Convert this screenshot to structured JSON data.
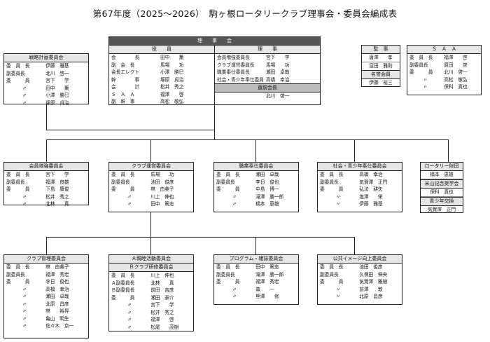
{
  "title": "第67年度（2025～2026）　駒ヶ根ロータリークラブ理事会・委員会編成表",
  "board": {
    "header": "理　　事　　会",
    "officers_header": "役　　員",
    "directors_header": "理　　事",
    "officers": [
      {
        "role": "会　　　　長",
        "name": "田中　　薫"
      },
      {
        "role": "副　会　長",
        "name": "馬場　　功"
      },
      {
        "role": "会長エレクト",
        "name": "小澤　勝巳"
      },
      {
        "role": "幹　　　　事",
        "name": "塚原　貞治"
      },
      {
        "role": "会　　　　計",
        "name": "松井　秀之"
      },
      {
        "role": "Ｓ　Ａ　Ａ",
        "name": "福澤　　啓"
      },
      {
        "role": "副　幹　事",
        "name": "高松　敬弘"
      }
    ],
    "directors": [
      {
        "role": "会員増強委員長",
        "name": "宮下　　学"
      },
      {
        "role": "クラブ運営委員長",
        "name": "馬場　　功"
      },
      {
        "role": "職業奉仕委員長",
        "name": "瀬田　卓哉"
      },
      {
        "role": "社会・青少年奉仕委員長",
        "name": "高橋　幸治"
      }
    ],
    "past_president_header": "直前会長",
    "past_president": "北川　啓一"
  },
  "strategic": {
    "header": "戦略計画委員会",
    "members": [
      {
        "role": "委　員　長",
        "name": "伊藤　雅基"
      },
      {
        "role": "副委員長",
        "name": "北川　啓一"
      },
      {
        "role": "委　　　員",
        "name": "宮下　　学"
      },
      {
        "role": "〃",
        "name": "田中　　薫"
      },
      {
        "role": "〃",
        "name": "小澤　勝巳"
      },
      {
        "role": "〃",
        "name": "塚原　貞治"
      }
    ]
  },
  "audit": {
    "header": "監　事",
    "auditors": [
      "唐澤　　孝",
      "窪田　雅則"
    ],
    "hon_header": "名誉会員",
    "hon": [
      "伊藤　裕三"
    ]
  },
  "saa": {
    "header": "Ｓ　Ａ　Ａ",
    "members": [
      {
        "role": "委　員　長",
        "name": "福澤　　啓"
      },
      {
        "role": "副委員長",
        "name": "原田　　啓"
      },
      {
        "role": "委　　　員",
        "name": "北川　啓一"
      },
      {
        "role": "〃",
        "name": "高松　敬弘"
      },
      {
        "role": "〃",
        "name": "保科　真也"
      }
    ]
  },
  "committees_row1": [
    {
      "header": "会員増強委員会",
      "members": [
        {
          "role": "委　員　長",
          "name": "宮下　　学"
        },
        {
          "role": "副委員長",
          "name": "福澤　良雄"
        },
        {
          "role": "委　　　員",
          "name": "下島　康俊"
        },
        {
          "role": "〃",
          "name": "松井　秀之"
        },
        {
          "role": "〃",
          "name": "北林　　真"
        }
      ]
    },
    {
      "header": "クラブ運営委員会",
      "members": [
        {
          "role": "委　員　長",
          "name": "馬場　　功"
        },
        {
          "role": "副委員長",
          "name": "池田　俊彦"
        },
        {
          "role": "委　　　員",
          "name": "林　由美子"
        },
        {
          "role": "〃",
          "name": "川上　伸也"
        },
        {
          "role": "〃",
          "name": "田中　篤志"
        }
      ]
    },
    {
      "header": "職業奉仕委員会",
      "members": [
        {
          "role": "委　員　長",
          "name": "瀬田　卓哉"
        },
        {
          "role": "副委員長",
          "name": "李日　俊也"
        },
        {
          "role": "委　　　員",
          "name": "中島　博一"
        },
        {
          "role": "〃",
          "name": "滝澤　勝一郎"
        },
        {
          "role": "〃",
          "name": "橋本　恵雄"
        }
      ]
    },
    {
      "header": "社会・青少年奉仕委員会",
      "members": [
        {
          "role": "委　員　長",
          "name": "高橋　幸治"
        },
        {
          "role": "副委員長",
          "name": "気賀澤　正門"
        },
        {
          "role": "委　　　員",
          "name": "弘法　耕矢"
        },
        {
          "role": "〃",
          "name": "塩澤　　栄"
        },
        {
          "role": "〃",
          "name": "伊藤　雅基"
        }
      ]
    }
  ],
  "rotary_fund": {
    "header": "ロータリー財団",
    "names": [
      "橋本　恵雄"
    ],
    "sub": [
      {
        "header": "米山記念奨学会",
        "names": [
          "保科　真也"
        ]
      },
      {
        "header": "青少年交換",
        "names": [
          "気賀澤　正門"
        ]
      }
    ]
  },
  "committees_row2": [
    {
      "header": "クラブ管理委員会",
      "members": [
        {
          "role": "委　員　長",
          "name": "林　由美子"
        },
        {
          "role": "副委員長",
          "name": "福澤　秀宏"
        },
        {
          "role": "委　　　員",
          "name": "李日　俊也"
        },
        {
          "role": "〃",
          "name": "高橋　幸治"
        },
        {
          "role": "〃",
          "name": "瀬田　卓哉"
        },
        {
          "role": "〃",
          "name": "北原　昌彦"
        },
        {
          "role": "〃",
          "name": "林　　裕昇"
        },
        {
          "role": "〃",
          "name": "亀山　明生"
        },
        {
          "role": "〃",
          "name": "佐々木　京一"
        }
      ]
    },
    {
      "header": "Ａ親睦活動委員会",
      "header2": "Ｂクラブ研修委員会",
      "members": [
        {
          "role": "委　員　長",
          "name": "川上　伸也"
        },
        {
          "role": "Ａ副委員長",
          "name": "北林　　真"
        },
        {
          "role": "Ｂ副委員長",
          "name": "前田　吉彦"
        },
        {
          "role": "委　　　員",
          "name": "瀬田　泰介"
        },
        {
          "role": "〃",
          "name": "宮下　　学"
        },
        {
          "role": "〃",
          "name": "松井　秀之"
        },
        {
          "role": "〃",
          "name": "福澤　　啓"
        },
        {
          "role": "〃",
          "name": "松尾　　茂樹"
        }
      ]
    },
    {
      "header": "プログラム・雑誌委員会",
      "members": [
        {
          "role": "委　員　長",
          "name": "田中　篤志"
        },
        {
          "role": "副委員長",
          "name": "滝澤　勝一郎"
        },
        {
          "role": "委　　　員",
          "name": "福澤　秀宏"
        },
        {
          "role": "〃",
          "name": "森　　一"
        },
        {
          "role": "〃",
          "name": "熊澤　　修"
        }
      ]
    },
    {
      "header": "公共イメージ向上委員会",
      "members": [
        {
          "role": "委　員　長",
          "name": "池田　俊彦"
        },
        {
          "role": "副委員長",
          "name": "久保田　伸央"
        },
        {
          "role": "委　　　員",
          "name": "気賀澤　雅樹"
        },
        {
          "role": "〃",
          "name": "前澤　　敦"
        },
        {
          "role": "〃",
          "name": "北原　昌彦"
        }
      ]
    }
  ]
}
